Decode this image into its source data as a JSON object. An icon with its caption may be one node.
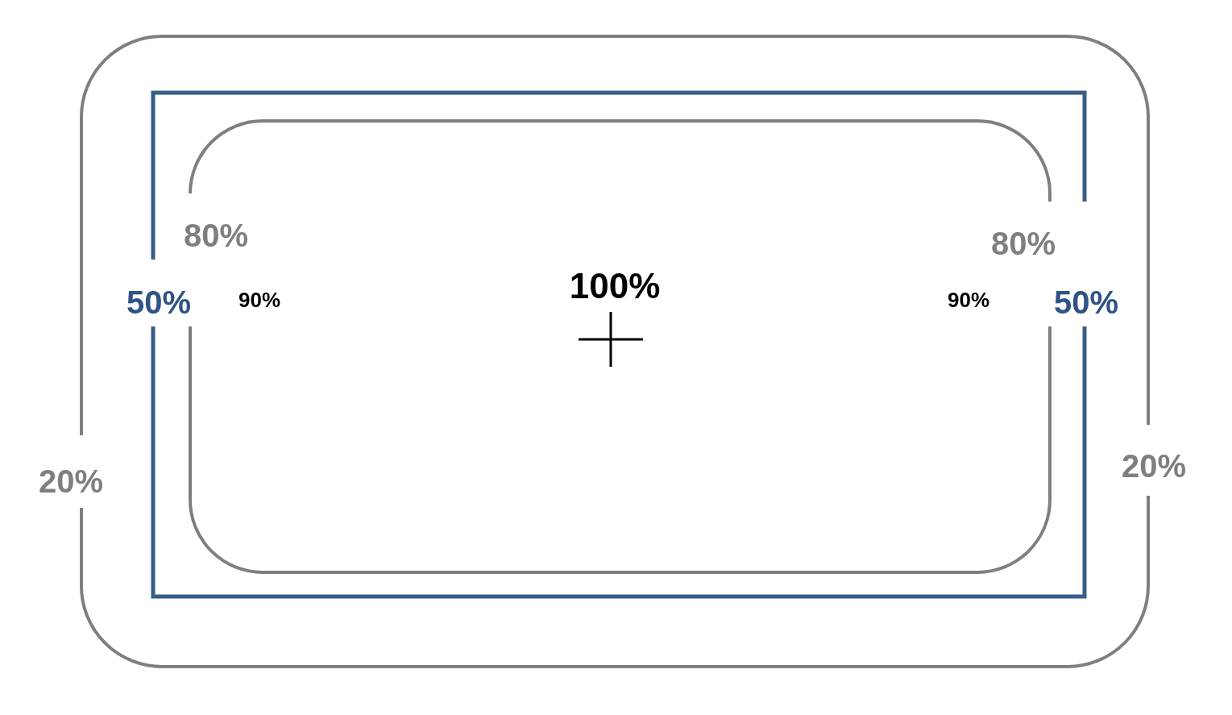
{
  "diagram": {
    "nodes": [
      {
        "text": [
          "20%",
          "20%"
        ]
      },
      {
        "text": [
          "50%",
          "50%"
        ],
        "in": 0
      },
      {
        "text": [
          "80%",
          "80%"
        ],
        "in": 1
      }
    ],
    "labels": [
      "100%",
      "90%",
      "90%"
    ]
  }
}
